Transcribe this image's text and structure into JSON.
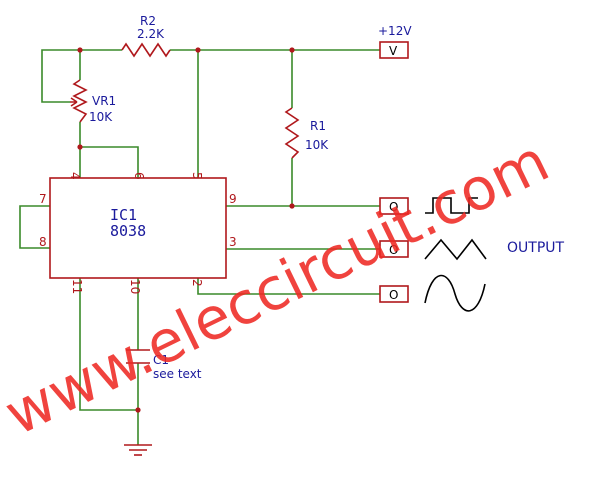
{
  "diagram": {
    "ic": {
      "ref": "IC1",
      "part": "8038",
      "pins": [
        "7",
        "8",
        "4",
        "6",
        "5",
        "9",
        "3",
        "2",
        "11",
        "10"
      ]
    },
    "resistors": [
      {
        "ref": "R2",
        "value": "2.2K"
      },
      {
        "ref": "R1",
        "value": "10K"
      }
    ],
    "pot": {
      "ref": "VR1",
      "value": "10K"
    },
    "capacitor": {
      "ref": "C1",
      "value": "see text"
    },
    "supply": {
      "label": "+12V",
      "pin": "V"
    },
    "outputs": {
      "label": "OUTPUT",
      "pin_text": [
        "O",
        "O",
        "O"
      ]
    },
    "watermark": "www.eleccircuit.com"
  }
}
